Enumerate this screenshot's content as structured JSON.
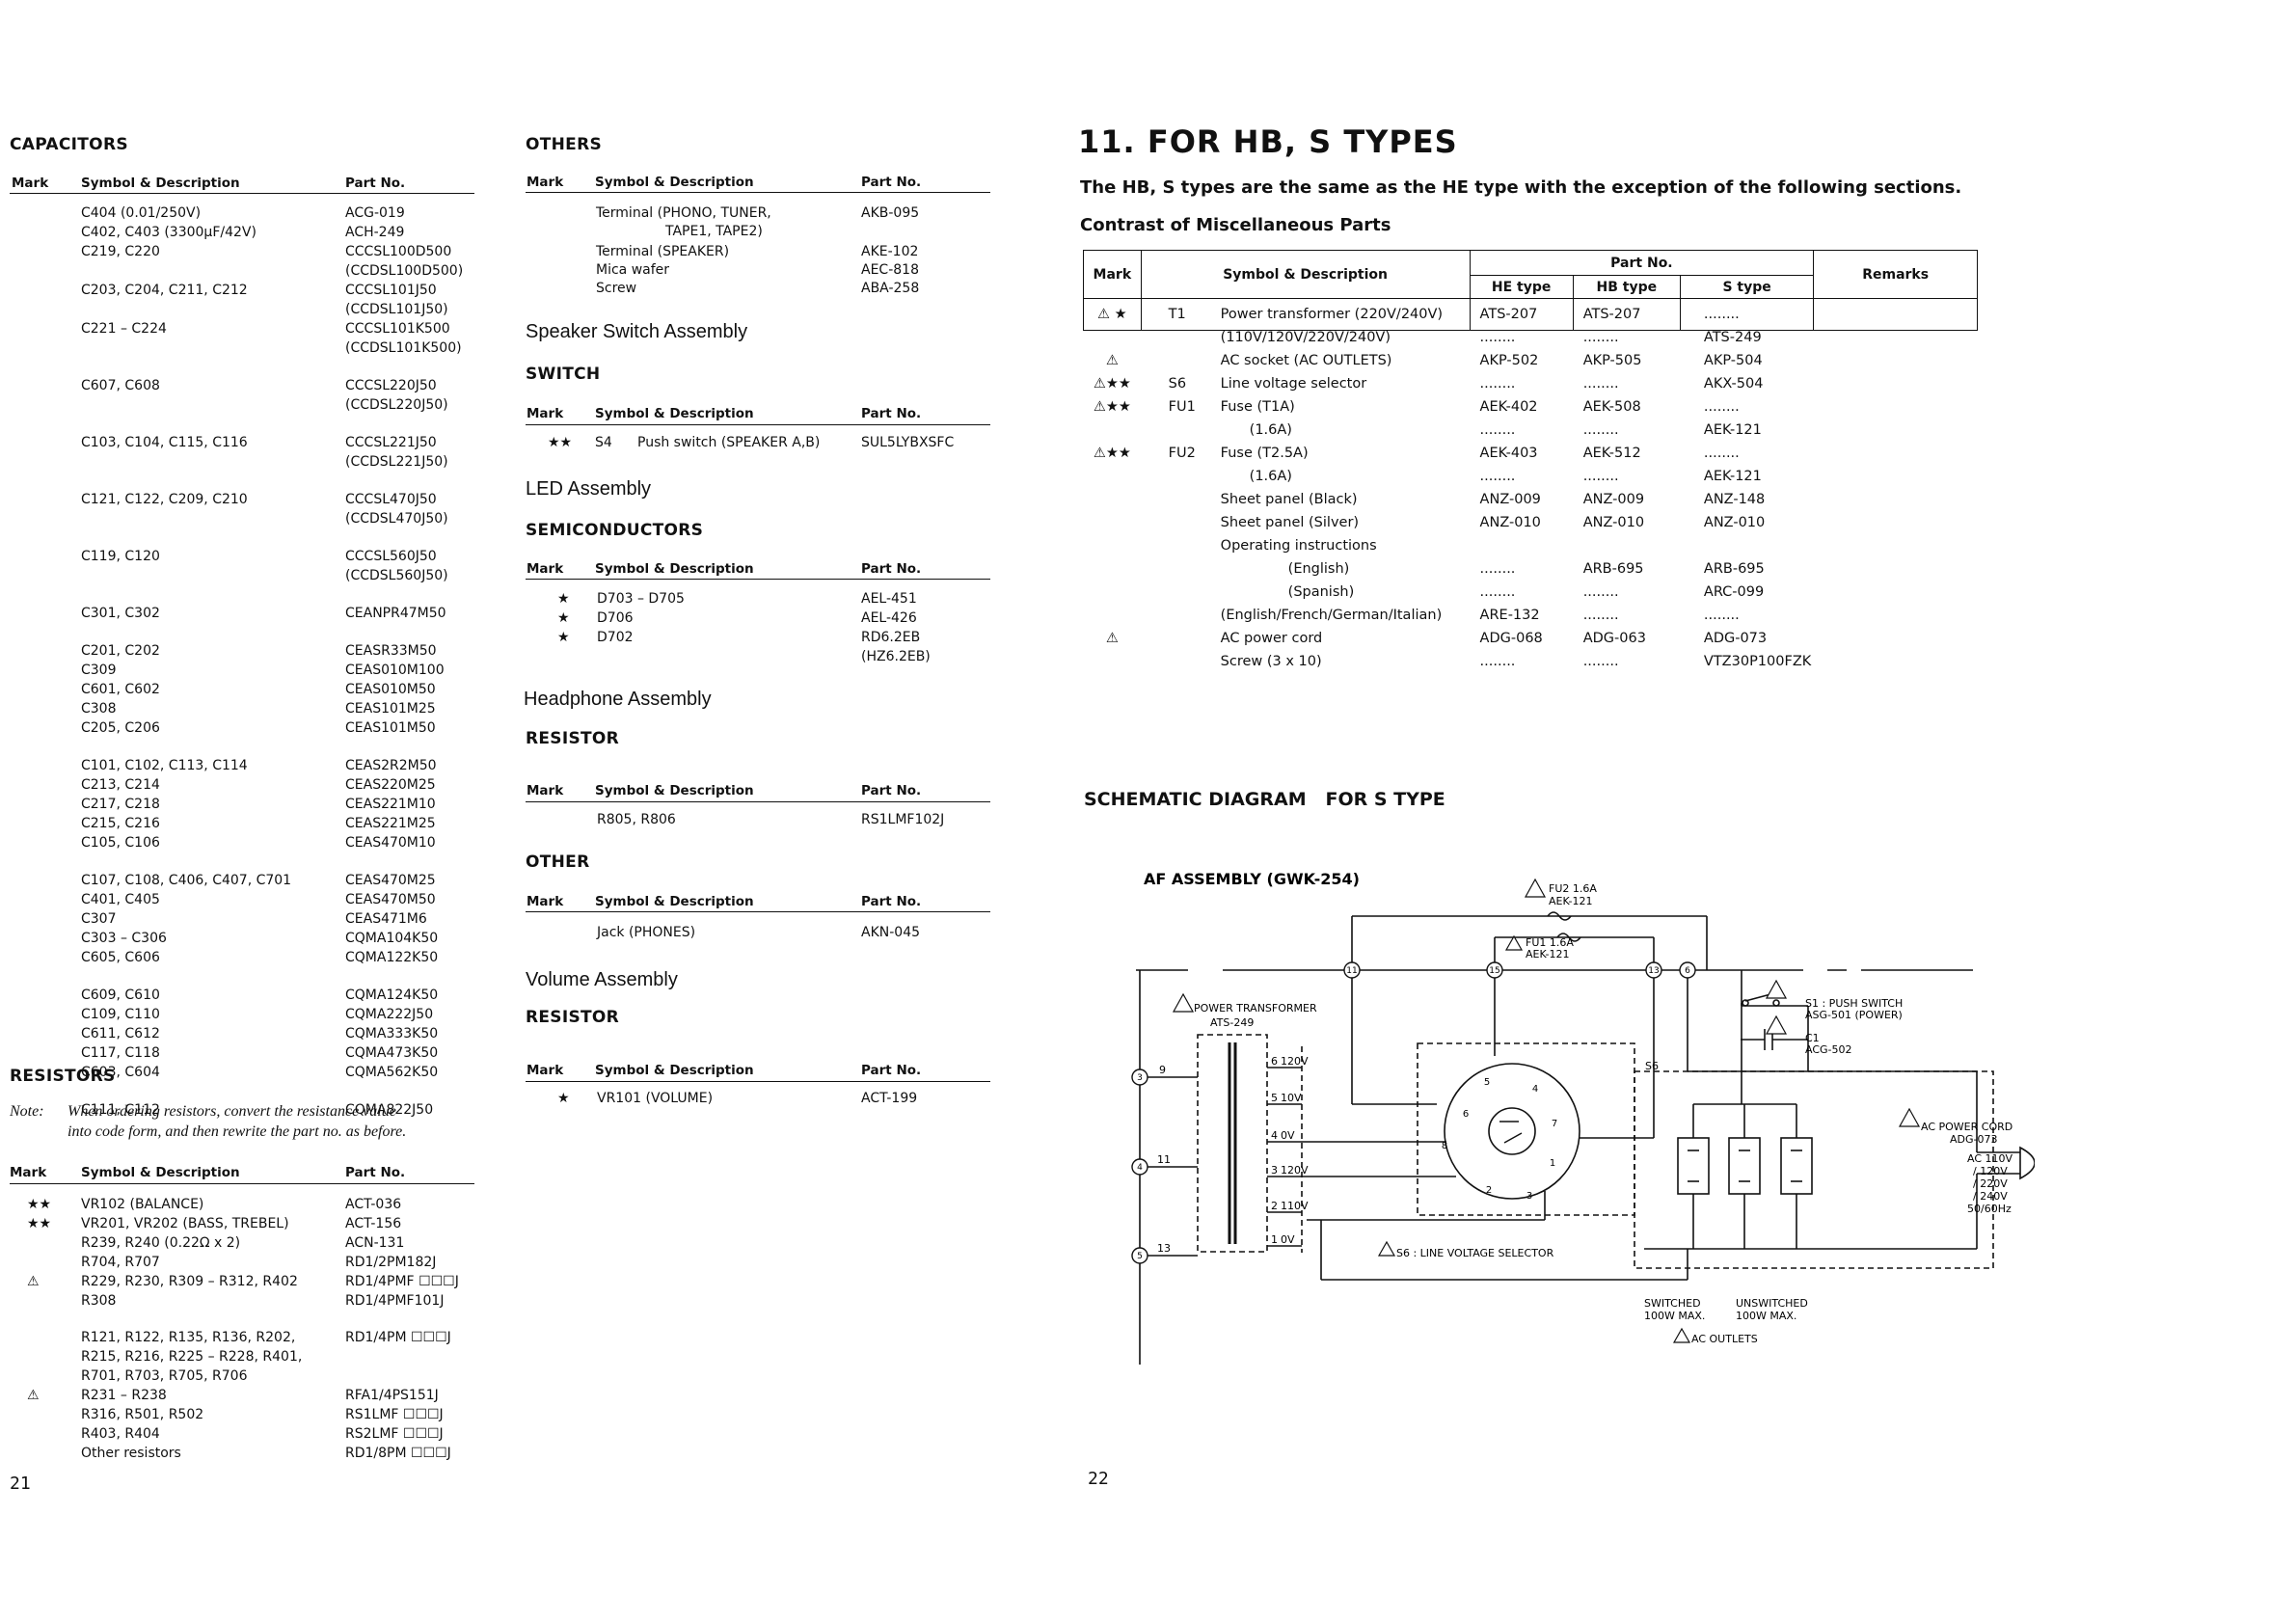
{
  "capacitors": {
    "title": "CAPACITORS",
    "headers": [
      "Mark",
      "Symbol & Description",
      "Part No."
    ],
    "rows": [
      [
        "",
        "C404 (0.01/250V)",
        "ACG-019"
      ],
      [
        "",
        "C402, C403 (3300µF/42V)",
        "ACH-249"
      ],
      [
        "",
        "C219, C220",
        "CCCSL100D500"
      ],
      [
        "",
        "",
        "(CCDSL100D500)"
      ],
      [
        "",
        "C203, C204, C211, C212",
        "CCCSL101J50"
      ],
      [
        "",
        "",
        "(CCDSL101J50)"
      ],
      [
        "",
        "C221 – C224",
        "CCCSL101K500"
      ],
      [
        "",
        "",
        "(CCDSL101K500)"
      ],
      [
        "",
        "C607, C608",
        "CCCSL220J50"
      ],
      [
        "",
        "",
        "(CCDSL220J50)"
      ],
      [
        "",
        "C103, C104, C115, C116",
        "CCCSL221J50"
      ],
      [
        "",
        "",
        "(CCDSL221J50)"
      ],
      [
        "",
        "C121, C122, C209, C210",
        "CCCSL470J50"
      ],
      [
        "",
        "",
        "(CCDSL470J50)"
      ],
      [
        "",
        "C119, C120",
        "CCCSL560J50"
      ],
      [
        "",
        "",
        "(CCDSL560J50)"
      ],
      [
        "",
        "C301, C302",
        "CEANPR47M50"
      ],
      [
        "",
        "C201, C202",
        "CEASR33M50"
      ],
      [
        "",
        "C309",
        "CEAS010M100"
      ],
      [
        "",
        "C601, C602",
        "CEAS010M50"
      ],
      [
        "",
        "C308",
        "CEAS101M25"
      ],
      [
        "",
        "C205, C206",
        "CEAS101M50"
      ],
      [
        "",
        "C101, C102, C113, C114",
        "CEAS2R2M50"
      ],
      [
        "",
        "C213, C214",
        "CEAS220M25"
      ],
      [
        "",
        "C217, C218",
        "CEAS221M10"
      ],
      [
        "",
        "C215, C216",
        "CEAS221M25"
      ],
      [
        "",
        "C105, C106",
        "CEAS470M10"
      ],
      [
        "",
        "C107, C108, C406, C407, C701",
        "CEAS470M25"
      ],
      [
        "",
        "C401, C405",
        "CEAS470M50"
      ],
      [
        "",
        "C307",
        "CEAS471M6"
      ],
      [
        "",
        "C303 – C306",
        "CQMA104K50"
      ],
      [
        "",
        "C605, C606",
        "CQMA122K50"
      ],
      [
        "",
        "C609, C610",
        "CQMA124K50"
      ],
      [
        "",
        "C109, C110",
        "CQMA222J50"
      ],
      [
        "",
        "C611, C612",
        "CQMA333K50"
      ],
      [
        "",
        "C117, C118",
        "CQMA473K50"
      ],
      [
        "",
        "C603, C604",
        "CQMA562K50"
      ],
      [
        "",
        "C111, C112",
        "CQMA822J50"
      ]
    ]
  },
  "resistors": {
    "title": "RESISTORS",
    "note_label": "Note:",
    "note_line1": "When ordering resistors, convert the resistance value",
    "note_line2": "into code form, and then rewrite the part no. as before.",
    "headers": [
      "Mark",
      "Symbol & Description",
      "Part No."
    ],
    "rows": [
      [
        "★★",
        "VR102 (BALANCE)",
        "ACT-036"
      ],
      [
        "★★",
        "VR201, VR202 (BASS, TREBEL)",
        "ACT-156"
      ],
      [
        "",
        "R239, R240 (0.22Ω x 2)",
        "ACN-131"
      ],
      [
        "",
        "R704, R707",
        "RD1/2PM182J"
      ],
      [
        "⚠",
        "R229, R230, R309 – R312, R402",
        "RD1/4PMF ☐☐☐J"
      ],
      [
        "",
        "R308",
        "RD1/4PMF101J"
      ],
      [
        "",
        "R121, R122, R135, R136, R202,",
        "RD1/4PM ☐☐☐J"
      ],
      [
        "",
        "R215, R216, R225 – R228, R401,",
        ""
      ],
      [
        "",
        "R701, R703, R705, R706",
        ""
      ],
      [
        "⚠",
        "R231 – R238",
        "RFA1/4PS151J"
      ],
      [
        "",
        "R316, R501, R502",
        "RS1LMF ☐☐☐J"
      ],
      [
        "",
        "R403, R404",
        "RS2LMF ☐☐☐J"
      ],
      [
        "",
        "Other resistors",
        "RD1/8PM ☐☐☐J"
      ]
    ]
  },
  "page_left": "21",
  "page_right": "22",
  "others": {
    "title": "OTHERS",
    "headers": [
      "Mark",
      "Symbol & Description",
      "Part No."
    ],
    "rows": [
      [
        "",
        "Terminal (PHONO, TUNER,",
        "AKB-095"
      ],
      [
        "",
        "TAPE1, TAPE2)",
        ""
      ],
      [
        "",
        "Terminal (SPEAKER)",
        "AKE-102"
      ],
      [
        "",
        "Mica wafer",
        "AEC-818"
      ],
      [
        "",
        "Screw",
        "ABA-258"
      ]
    ]
  },
  "speaker": {
    "title": "Speaker Switch Assembly",
    "sub": "SWITCH",
    "headers": [
      "Mark",
      "Symbol & Description",
      "Part No."
    ],
    "row": [
      "★★",
      "S4",
      "Push switch (SPEAKER A,B)",
      "SUL5LYBXSFC"
    ]
  },
  "led": {
    "title": "LED Assembly",
    "sub": "SEMICONDUCTORS",
    "headers": [
      "Mark",
      "Symbol & Description",
      "Part No."
    ],
    "rows": [
      [
        "★",
        "D703 – D705",
        "AEL-451"
      ],
      [
        "★",
        "D706",
        "AEL-426"
      ],
      [
        "★",
        "D702",
        "RD6.2EB"
      ],
      [
        "",
        "",
        "(HZ6.2EB)"
      ]
    ]
  },
  "headphone": {
    "title": "Headphone Assembly",
    "sub": "RESISTOR",
    "headers": [
      "Mark",
      "Symbol & Description",
      "Part No."
    ],
    "row": [
      "",
      "R805, R806",
      "RS1LMF102J"
    ],
    "sub2": "OTHER",
    "row2": [
      "",
      "Jack (PHONES)",
      "AKN-045"
    ]
  },
  "volume": {
    "title": "Volume Assembly",
    "sub": "RESISTOR",
    "headers": [
      "Mark",
      "Symbol & Description",
      "Part No."
    ],
    "row": [
      "★",
      "VR101 (VOLUME)",
      "ACT-199"
    ]
  },
  "section11": {
    "title": "11. FOR HB, S TYPES",
    "intro": "The HB, S types are the same as the HE type with the exception of the following sections.",
    "sub": "Contrast of Miscellaneous Parts",
    "headers": {
      "mark": "Mark",
      "desc": "Symbol & Description",
      "partno": "Part No.",
      "he": "HE type",
      "hb": "HB type",
      "s": "S type",
      "remarks": "Remarks"
    },
    "marks": [
      "⚠ ★",
      "",
      "⚠",
      "⚠★★",
      "⚠★★",
      "",
      "⚠★★",
      "",
      "",
      "",
      "",
      "",
      "",
      "",
      "⚠",
      ""
    ],
    "symbols": [
      "T1",
      "",
      "",
      "S6",
      "FU1",
      "",
      "FU2",
      "",
      "",
      "",
      "",
      "",
      "",
      "",
      "",
      ""
    ],
    "descs": [
      "Power transformer (220V/240V)",
      "(110V/120V/220V/240V)",
      "AC socket (AC OUTLETS)",
      "Line voltage selector",
      "Fuse (T1A)",
      "(1.6A)",
      "Fuse (T2.5A)",
      "(1.6A)",
      "Sheet panel (Black)",
      "Sheet panel (Silver)",
      "Operating instructions",
      "(English)",
      "(Spanish)",
      "(English/French/German/Italian)",
      "AC power cord",
      "Screw (3 x 10)"
    ],
    "he": [
      "ATS-207",
      "........",
      "AKP-502",
      "........",
      "AEK-402",
      "........",
      "AEK-403",
      "........",
      "ANZ-009",
      "ANZ-010",
      "",
      "........",
      "........",
      "ARE-132",
      "ADG-068",
      "........"
    ],
    "hb": [
      "ATS-207",
      "........",
      "AKP-505",
      "........",
      "AEK-508",
      "........",
      "AEK-512",
      "........",
      "ANZ-009",
      "ANZ-010",
      "",
      "ARB-695",
      "........",
      "........",
      "ADG-063",
      "........"
    ],
    "s": [
      "........",
      "ATS-249",
      "AKP-504",
      "AKX-504",
      "........",
      "AEK-121",
      "........",
      "AEK-121",
      "ANZ-148",
      "ANZ-010",
      "",
      "ARB-695",
      "ARC-099",
      "........",
      "ADG-073",
      "VTZ30P100FZK"
    ]
  },
  "schematic": {
    "title": "SCHEMATIC DIAGRAM   FOR S TYPE",
    "assembly": "AF ASSEMBLY (GWK-254)",
    "fu2": "FU2 1.6A",
    "fu2_part": "AEK-121",
    "fu1": "FU1 1.6A",
    "fu1_part": "AEK-121",
    "transformer": "POWER TRANSFORMER",
    "transformer_part": "ATS-249",
    "taps": [
      "120V",
      "10V",
      "0V",
      "120V",
      "110V",
      "0V"
    ],
    "tap_nums": [
      "6",
      "5",
      "4",
      "3",
      "2",
      "1"
    ],
    "left_nums": [
      "9",
      "11",
      "13"
    ],
    "nodes": [
      "11",
      "15",
      "13",
      "6",
      "3",
      "4",
      "5"
    ],
    "s6_label": "S6",
    "s6_caption": "S6 : LINE VOLTAGE SELECTOR",
    "s1_label": "S1 : PUSH SWITCH",
    "s1_part": "ASG-501 (POWER)",
    "c1_label": "C1",
    "c1_part": "ACG-502",
    "cord_label": "AC POWER CORD",
    "cord_part": "ADG-073",
    "cord_volts": [
      "AC 110V",
      "/ 120V",
      "/ 220V",
      "/ 240V",
      "50/60Hz"
    ],
    "switched": "SWITCHED",
    "switched_max": "100W MAX.",
    "unswitched": "UNSWITCHED",
    "unswitched_max": "100W MAX.",
    "outlets": "AC OUTLETS",
    "selector_nums": [
      "5",
      "4",
      "6",
      "7",
      "8",
      "1",
      "2",
      "3"
    ]
  }
}
